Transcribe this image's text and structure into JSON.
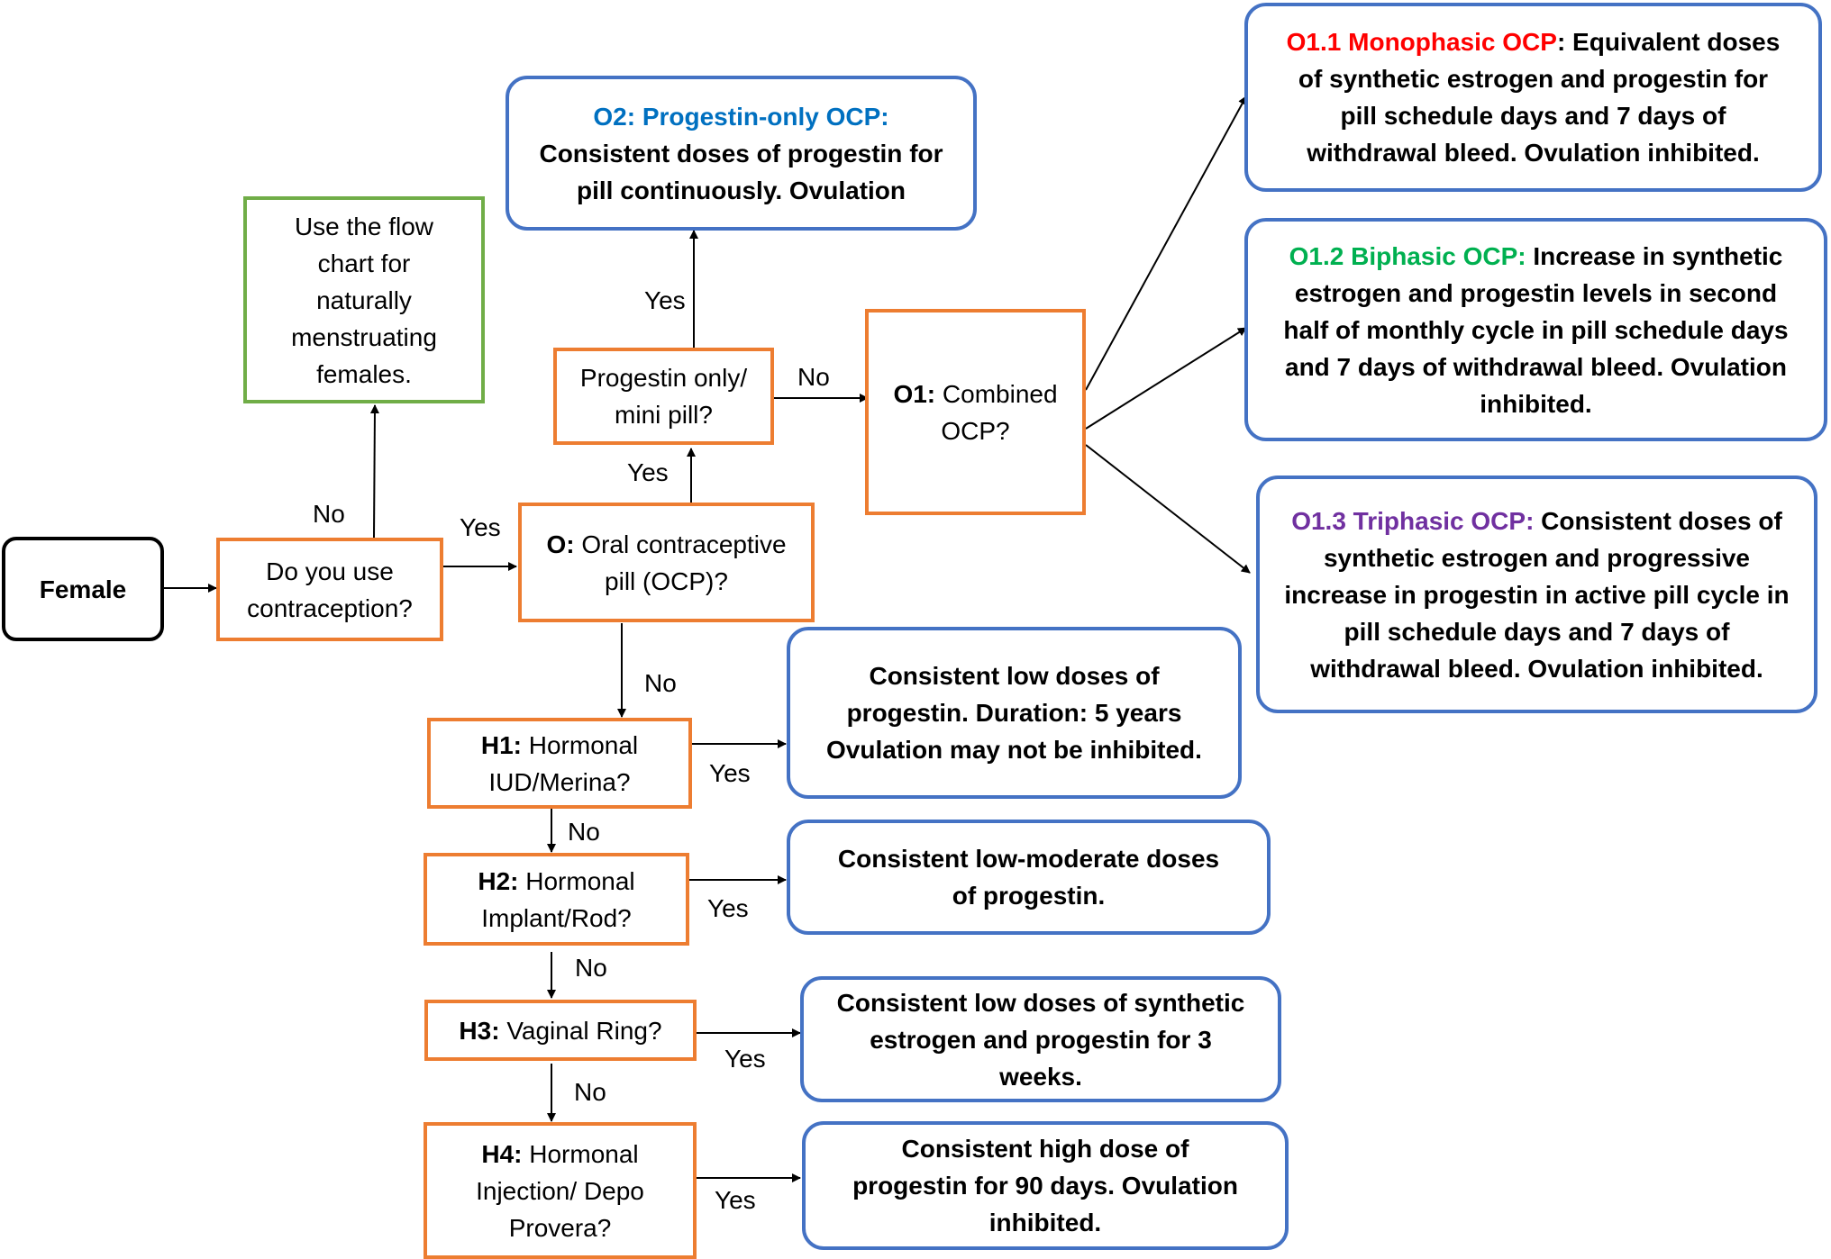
{
  "nodes": {
    "female": "Female",
    "contraception_q": "Do you use contraception?",
    "naturally_menstruating": "Use the flow chart for naturally menstruating females.",
    "ocp_q": {
      "code": "O:",
      "text": "Oral contraceptive pill (OCP)?"
    },
    "mini_pill_q": "Progestin only/ mini pill?",
    "o2": {
      "title": "O2: Progestin-only OCP:",
      "text": "Consistent doses of progestin for pill continuously. Ovulation"
    },
    "o1": {
      "code": "O1:",
      "text": "Combined OCP?"
    },
    "o1_1": {
      "title": "O1.1 Monophasic OCP",
      "text": ": Equivalent doses of synthetic estrogen and progestin for pill schedule days and 7 days of withdrawal bleed. Ovulation inhibited."
    },
    "o1_2": {
      "title": "O1.2 Biphasic OCP:",
      "text": " Increase in synthetic estrogen and progestin levels in second half of monthly cycle in pill schedule days and 7 days of withdrawal bleed. Ovulation inhibited."
    },
    "o1_3": {
      "title": "O1.3 Triphasic OCP:",
      "text": " Consistent doses of synthetic estrogen and progressive increase in progestin in active pill cycle in pill schedule days and 7 days of withdrawal bleed. Ovulation inhibited."
    },
    "h1": {
      "code": "H1:",
      "text": "Hormonal IUD/Merina?"
    },
    "h1_result": "Consistent low doses of progestin. Duration: 5 years Ovulation may not be inhibited.",
    "h2": {
      "code": "H2:",
      "text": "Hormonal Implant/Rod?"
    },
    "h2_result": "Consistent low-moderate doses of progestin.",
    "h3": {
      "code": "H3:",
      "text": "Vaginal Ring?"
    },
    "h3_result": "Consistent low doses of synthetic estrogen and progestin for 3 weeks.",
    "h4": {
      "code": "H4:",
      "text": "Hormonal Injection/ Depo Provera?"
    },
    "h4_result": "Consistent high dose of progestin for 90 days. Ovulation inhibited."
  },
  "edge_labels": {
    "contraception_no": "No",
    "contraception_yes": "Yes",
    "ocp_yes": "Yes",
    "mini_yes": "Yes",
    "mini_no": "No",
    "ocp_no": "No",
    "h1_yes": "Yes",
    "h1_no": "No",
    "h2_yes": "Yes",
    "h2_no": "No",
    "h3_yes": "Yes",
    "h3_no": "No",
    "h4_yes": "Yes"
  },
  "colors": {
    "decision_border": "#ED7D31",
    "result_border": "#4472C4",
    "naturally_border": "#70AD47",
    "monophasic": "#FF0000",
    "biphasic": "#00B050",
    "triphasic": "#7030A0",
    "progestin_only": "#0070C0"
  }
}
